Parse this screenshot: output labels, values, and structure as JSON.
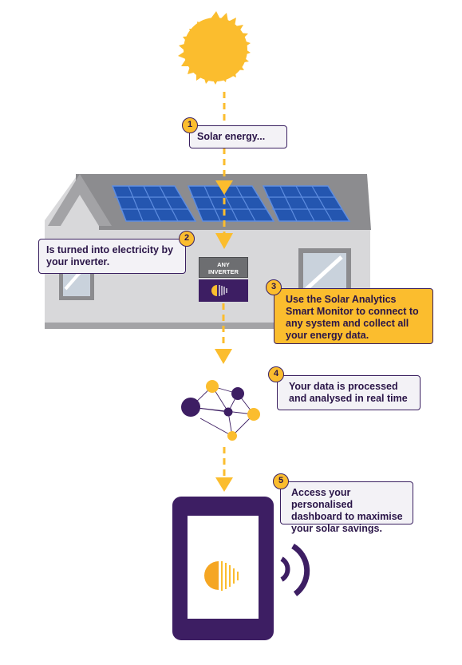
{
  "steps": [
    {
      "number": "1",
      "text": "Solar energy..."
    },
    {
      "number": "2",
      "text": "Is turned into electricity by your inverter."
    },
    {
      "number": "3",
      "text": "Use the Solar Analytics Smart Monitor to connect to any system and collect all your energy data."
    },
    {
      "number": "4",
      "text": "Your data is processed and analysed in real time"
    },
    {
      "number": "5",
      "text": "Access your personalised dashboard to maximise your solar savings."
    }
  ],
  "inverter": {
    "line1": "ANY",
    "line2": "INVERTER"
  },
  "colors": {
    "sun": "#fbbd2e",
    "flow_arrow": "#fbbd2e",
    "purple": "#3d1e63",
    "house_wall": "#d8d8da",
    "roof": "#8c8c8f",
    "panel": "#2456b0",
    "box_fill": "#f3f2f6",
    "highlight_box": "#fbbd2e"
  },
  "icons": [
    "sun-icon",
    "solar-panel-icon",
    "house-icon",
    "inverter-icon",
    "smart-monitor-icon",
    "data-network-icon",
    "smartphone-icon",
    "wireless-signal-icon",
    "solar-analytics-logo-icon"
  ]
}
